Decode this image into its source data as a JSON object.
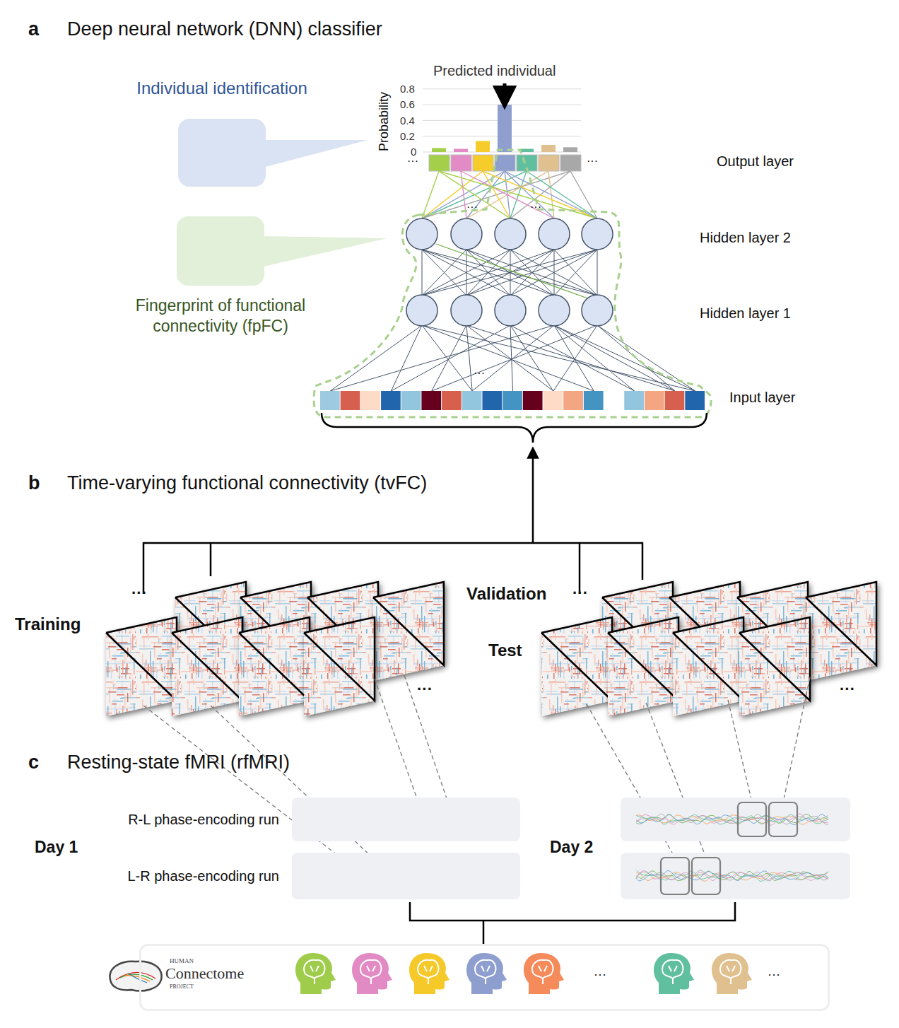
{
  "diagram": {
    "nodes": [
      {
        "text": [
          "Individual identification"
        ]
      },
      {
        "text": [
          "Fingerprint of functional connectivity (fpFC)"
        ]
      },
      {
        "text": [
          "R-L phase-encoding run"
        ]
      },
      {
        "text": [
          "L-R phase-encoding run"
        ]
      },
      {
        "text": [
          "HUMAN",
          "Connectome",
          "PROJECT"
        ]
      }
    ],
    "labels": [
      "a",
      "Deep neural network (DNN) classifier",
      "Predicted individual",
      "Probability",
      "0.8",
      "0.6",
      "0.4",
      "0.2",
      "0",
      "···",
      "···",
      "Output layer",
      "···",
      "···",
      "Hidden layer 2",
      "Hidden layer 1",
      "···",
      "Input layer",
      "b",
      "Time-varying functional connectivity (tvFC)",
      "···",
      "Training",
      "···",
      "Validation",
      "···",
      "Test",
      "···",
      "c",
      "Resting-state fMRI (rfMRI)",
      "Day 1",
      "Day 2",
      "···",
      "···"
    ]
  }
}
